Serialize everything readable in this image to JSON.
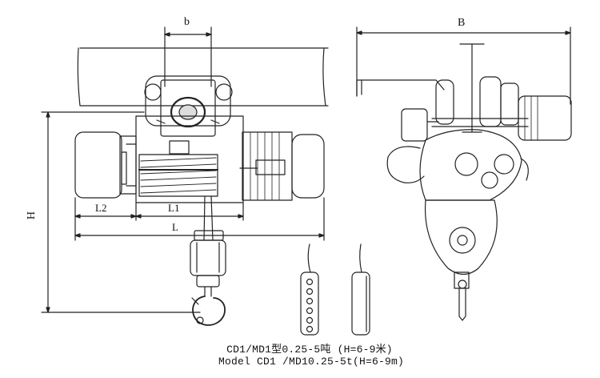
{
  "labels": {
    "b": "b",
    "B": "B",
    "H": "H",
    "L": "L",
    "L1": "L1",
    "L2": "L2"
  },
  "caption": {
    "line1": "CD1/MD1型0.25-5吨 (H=6-9米)",
    "line2": "Model CD1 /MD10.25-5t(H=6-9m)"
  }
}
